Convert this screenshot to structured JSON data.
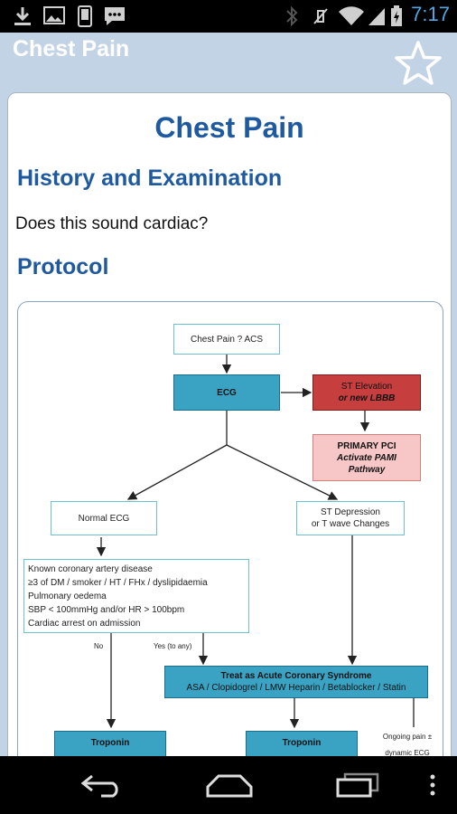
{
  "status_bar": {
    "time": "7:17",
    "icons": [
      "download-icon",
      "image-icon",
      "phone-icon",
      "message-icon",
      "bluetooth-icon",
      "vibrate-off-icon",
      "wifi-icon",
      "signal-icon",
      "battery-icon"
    ]
  },
  "action_bar": {
    "title": "Chest Pain",
    "favorite_icon": "star-outline-icon"
  },
  "content": {
    "page_title": "Chest Pain",
    "history_heading": "History and Examination",
    "history_text": "Does this sound cardiac?",
    "protocol_heading": "Protocol"
  },
  "flowchart": {
    "start": "Chest Pain ? ACS",
    "ecg": "ECG",
    "st_elevation_1": "ST Elevation",
    "st_elevation_2": "or new LBBB",
    "primary_pci": "PRIMARY PCI",
    "activate_1": "Activate PAMI",
    "activate_2": "Pathway",
    "normal_ecg": "Normal ECG",
    "st_depression_1": "ST Depression",
    "st_depression_2": "or T wave Changes",
    "criteria": [
      "Known coronary artery disease",
      "≥3 of DM / smoker / HT / FHx / dyslipidaemia",
      "Pulmonary oedema",
      "SBP < 100mmHg and/or HR > 100bpm",
      "Cardiac arrest on admission"
    ],
    "no_label": "No",
    "yes_label": "Yes (to any)",
    "treat_title": "Treat as Acute Coronary Syndrome",
    "treat_drugs": "ASA / Clopidogrel / LMW Heparin / Betablocker / Statin",
    "troponin_left": "Troponin",
    "troponin_right": "Troponin",
    "ongoing_1": "Ongoing pain ±",
    "ongoing_2": "dynamic ECG"
  },
  "nav_bar": {
    "buttons": [
      "back-icon",
      "home-icon",
      "recent-apps-icon",
      "overflow-menu-icon"
    ]
  },
  "colors": {
    "heading": "#1f5aa0",
    "action_bar_bg": "#c3d3e6",
    "teal_box": "#3aa3c4",
    "red_box": "#c63e3e",
    "pink_box": "#f7c6c6",
    "clock": "#4ea9e6"
  }
}
